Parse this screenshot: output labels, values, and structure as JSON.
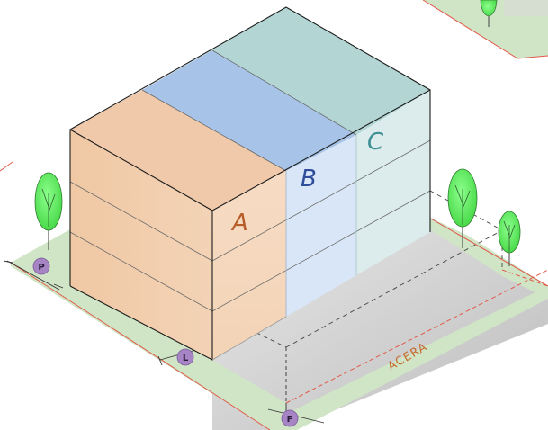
{
  "zones": [
    {
      "id": "A",
      "label": "A",
      "color": "#b85c2a"
    },
    {
      "id": "B",
      "label": "B",
      "color": "#2f4d9a"
    },
    {
      "id": "C",
      "label": "C",
      "color": "#3f8f94"
    }
  ],
  "markers": [
    {
      "id": "P",
      "label": "P"
    },
    {
      "id": "L",
      "label": "L"
    },
    {
      "id": "F",
      "label": "F"
    }
  ],
  "street_label": "ACERA",
  "colors": {
    "zone_a_front": "#f5d9c0",
    "zone_a_side": "#efc9a9",
    "zone_b_top": "#a7c4e8",
    "zone_b_front": "#d9e6f7",
    "zone_c_top": "#b3d6d5",
    "zone_c_front": "#dcecec",
    "lawn": "#cfe5c6",
    "sidewalk": "#c9c9c9",
    "boundary_line": "#e25a4a",
    "marker_fill": "#a784c4",
    "tree_fill": "#6fe56f",
    "street_label": "#c66b2e"
  }
}
